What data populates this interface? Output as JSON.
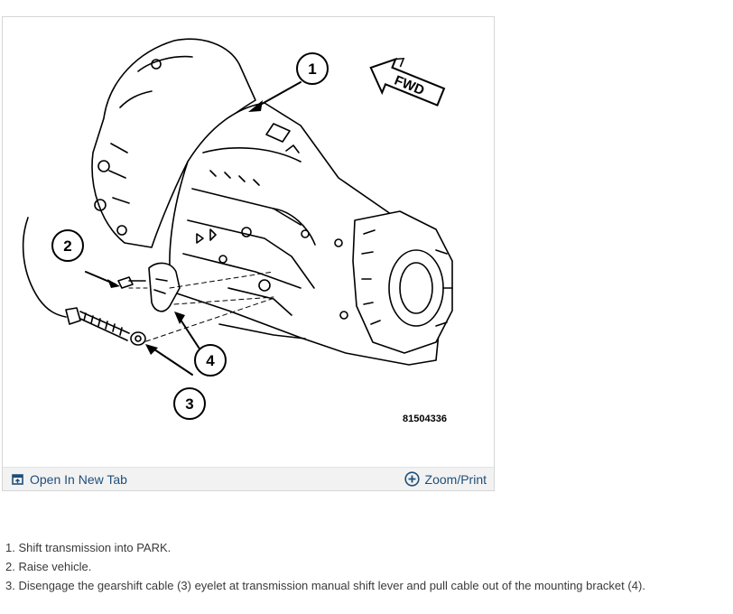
{
  "figure": {
    "callouts": [
      "1",
      "2",
      "3",
      "4"
    ],
    "direction_label": "FWD",
    "figure_number": "81504336"
  },
  "toolbar": {
    "open_new_tab_label": "Open In New Tab",
    "zoom_print_label": "Zoom/Print",
    "open_icon": "open-in-new-tab-icon",
    "zoom_icon": "zoom-plus-icon",
    "accent_color": "#1f4e79"
  },
  "steps": [
    "1. Shift transmission into PARK.",
    "2. Raise vehicle.",
    "3. Disengage the gearshift cable (3) eyelet at transmission manual shift lever and pull cable out of the mounting bracket (4)."
  ]
}
